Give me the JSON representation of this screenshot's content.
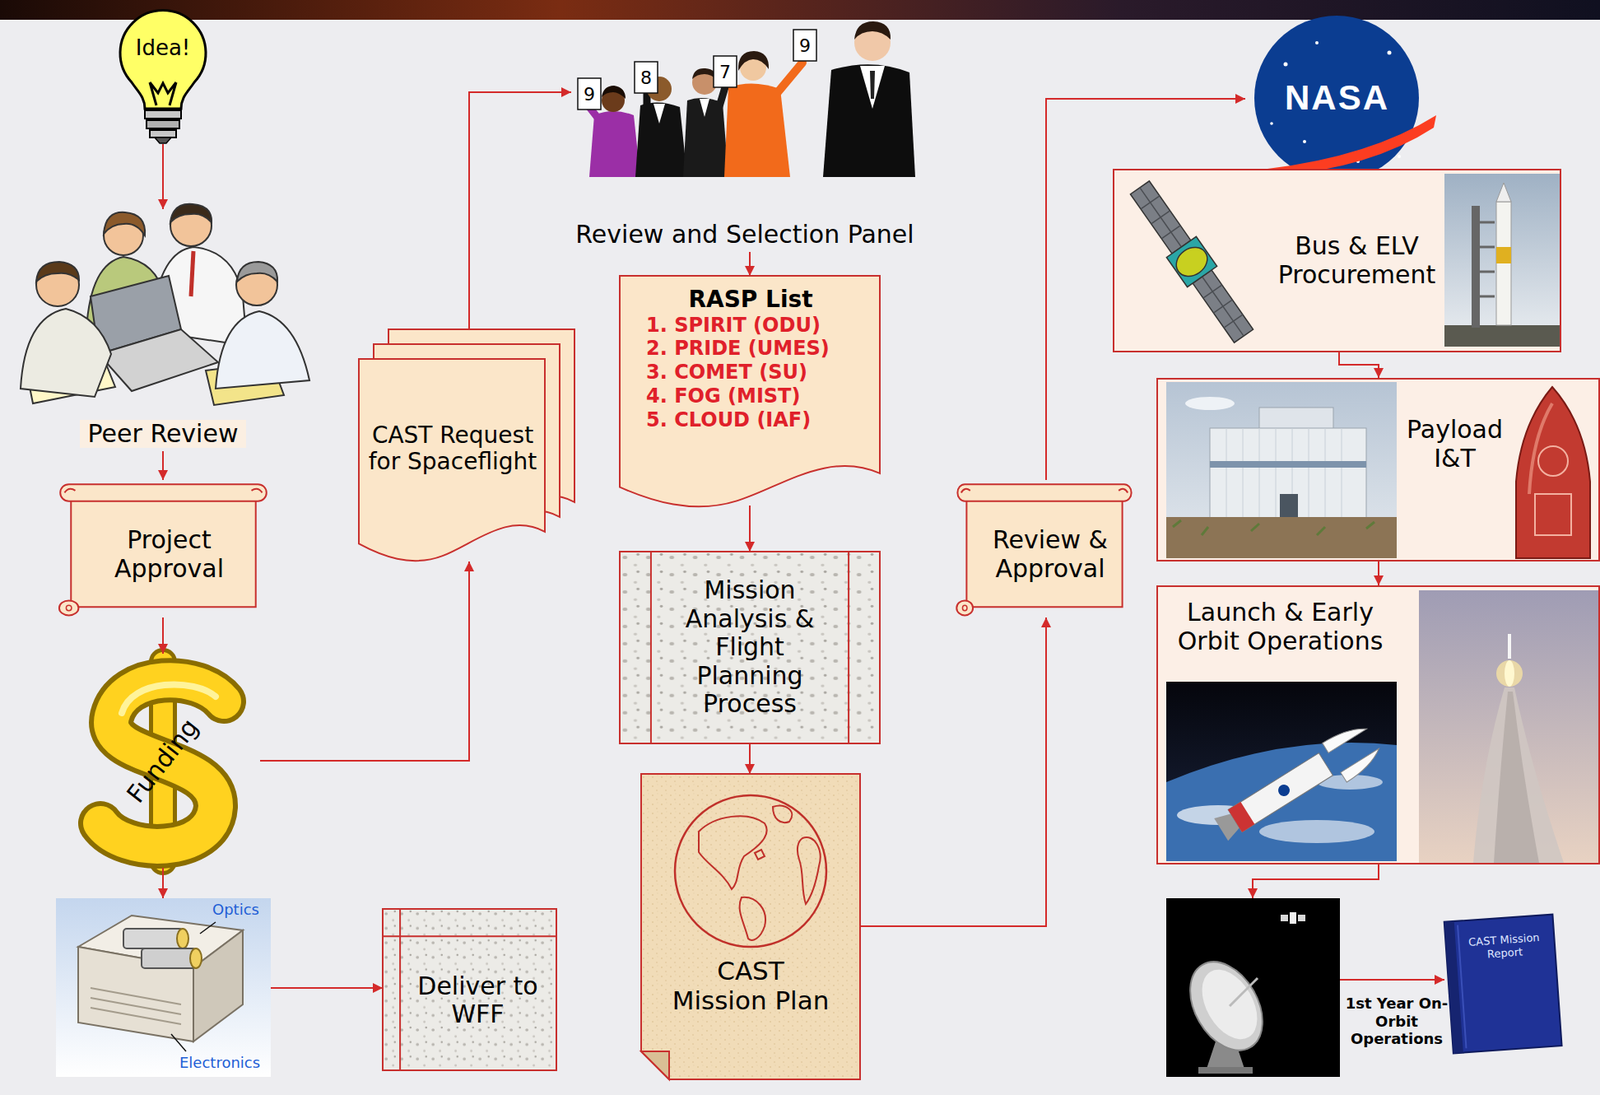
{
  "diagram": {
    "nodes": [
      {
        "text": [
          "Idea!"
        ]
      },
      {
        "text": [
          "Peer Review"
        ]
      },
      {
        "text": [
          "Project Approval"
        ]
      },
      {
        "text": [
          "Funding"
        ]
      },
      {
        "text": [
          "Optics",
          "Electronics"
        ]
      },
      {
        "text": [
          "Deliver to WFF"
        ]
      },
      {
        "text": [
          "CAST Request for Spaceflight"
        ]
      },
      {
        "text": [
          "Review and Selection Panel"
        ]
      },
      {
        "text": [
          "RASP List",
          "1. SPIRIT (ODU)",
          "2. PRIDE (UMES)",
          "3. COMET (SU)",
          "4. FOG (MIST)",
          "5. CLOUD (IAF)"
        ]
      },
      {
        "text": [
          "Mission Analysis & Flight Planning Process"
        ]
      },
      {
        "text": [
          "CAST Mission Plan"
        ]
      },
      {
        "text": [
          "Review & Approval"
        ]
      },
      {
        "text": [
          "NASA"
        ]
      },
      {
        "text": [
          "Bus & ELV Procurement"
        ]
      },
      {
        "text": [
          "Payload I&T"
        ]
      },
      {
        "text": [
          "Launch & Early Orbit Operations"
        ]
      },
      {
        "text": []
      },
      {
        "text": [
          "CAST Mission Report"
        ]
      }
    ],
    "edges": [
      {
        "from": 0,
        "to": 1,
        "arrow": "to"
      },
      {
        "from": 1,
        "to": 2,
        "arrow": "to"
      },
      {
        "from": 2,
        "to": 3,
        "arrow": "to"
      },
      {
        "from": 3,
        "to": 4,
        "arrow": "to"
      },
      {
        "from": 4,
        "to": 5,
        "arrow": "to"
      },
      {
        "from": 3,
        "to": 6,
        "arrow": "to"
      },
      {
        "from": 6,
        "to": 7,
        "arrow": "to"
      },
      {
        "from": 7,
        "to": 8,
        "arrow": "to"
      },
      {
        "from": 8,
        "to": 9,
        "arrow": "to"
      },
      {
        "from": 9,
        "to": 10,
        "arrow": "to"
      },
      {
        "from": 10,
        "to": 11,
        "arrow": "to"
      },
      {
        "from": 11,
        "to": 12,
        "arrow": "to"
      },
      {
        "from": 13,
        "to": 14,
        "arrow": "to"
      },
      {
        "from": 14,
        "to": 15,
        "arrow": "to"
      },
      {
        "from": 15,
        "to": 16,
        "arrow": "to"
      },
      {
        "from": 16,
        "to": 17,
        "label": "1st Year On-Orbit Operations",
        "arrow": "to"
      }
    ],
    "labels": [
      "9",
      "8",
      "7",
      "9"
    ]
  }
}
